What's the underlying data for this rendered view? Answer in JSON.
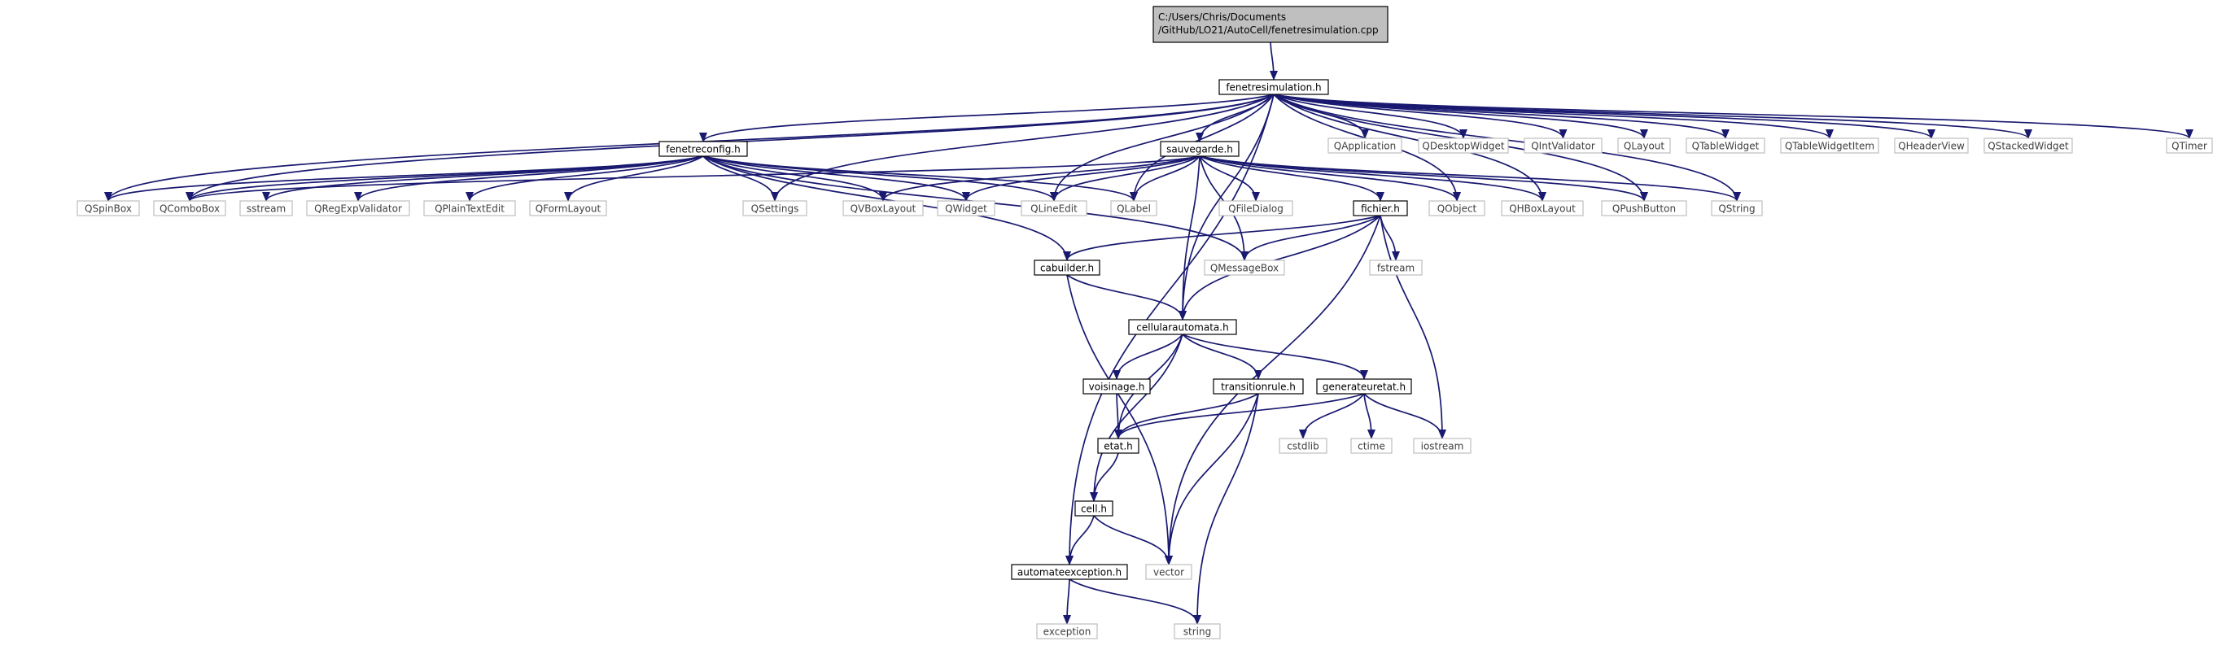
{
  "colors": {
    "edge": "#191970",
    "root_fill": "#bfbfbf",
    "root_stroke": "#000000",
    "documented_fill": "#ffffff",
    "documented_stroke": "#000000",
    "external_fill": "#ffffff",
    "external_stroke": "#bfbfbf",
    "external_text": "#404040",
    "text": "#000000"
  },
  "nodes": [
    {
      "id": "root",
      "label_lines": [
        "C:/Users/Chris/Documents",
        "/GitHub/LO21/AutoCell/fenetresimulation.cpp"
      ],
      "kind": "root"
    },
    {
      "id": "fenetresimulation_h",
      "label_lines": [
        "fenetresimulation.h"
      ],
      "kind": "documented"
    },
    {
      "id": "fenetreconfig_h",
      "label_lines": [
        "fenetreconfig.h"
      ],
      "kind": "documented"
    },
    {
      "id": "sauvegarde_h",
      "label_lines": [
        "sauvegarde.h"
      ],
      "kind": "documented"
    },
    {
      "id": "fichier_h",
      "label_lines": [
        "fichier.h"
      ],
      "kind": "documented"
    },
    {
      "id": "cabuilder_h",
      "label_lines": [
        "cabuilder.h"
      ],
      "kind": "documented"
    },
    {
      "id": "cellularautomata_h",
      "label_lines": [
        "cellularautomata.h"
      ],
      "kind": "documented"
    },
    {
      "id": "voisinage_h",
      "label_lines": [
        "voisinage.h"
      ],
      "kind": "documented"
    },
    {
      "id": "transitionrule_h",
      "label_lines": [
        "transitionrule.h"
      ],
      "kind": "documented"
    },
    {
      "id": "generateuretat_h",
      "label_lines": [
        "generateuretat.h"
      ],
      "kind": "documented"
    },
    {
      "id": "etat_h",
      "label_lines": [
        "etat.h"
      ],
      "kind": "documented"
    },
    {
      "id": "cell_h",
      "label_lines": [
        "cell.h"
      ],
      "kind": "documented"
    },
    {
      "id": "automateexception_h",
      "label_lines": [
        "automateexception.h"
      ],
      "kind": "documented"
    },
    {
      "id": "QApplication",
      "label_lines": [
        "QApplication"
      ],
      "kind": "external"
    },
    {
      "id": "QDesktopWidget",
      "label_lines": [
        "QDesktopWidget"
      ],
      "kind": "external"
    },
    {
      "id": "QIntValidator",
      "label_lines": [
        "QIntValidator"
      ],
      "kind": "external"
    },
    {
      "id": "QLayout",
      "label_lines": [
        "QLayout"
      ],
      "kind": "external"
    },
    {
      "id": "QTableWidget",
      "label_lines": [
        "QTableWidget"
      ],
      "kind": "external"
    },
    {
      "id": "QTableWidgetItem",
      "label_lines": [
        "QTableWidgetItem"
      ],
      "kind": "external"
    },
    {
      "id": "QHeaderView",
      "label_lines": [
        "QHeaderView"
      ],
      "kind": "external"
    },
    {
      "id": "QStackedWidget",
      "label_lines": [
        "QStackedWidget"
      ],
      "kind": "external"
    },
    {
      "id": "QTimer",
      "label_lines": [
        "QTimer"
      ],
      "kind": "external"
    },
    {
      "id": "QSpinBox",
      "label_lines": [
        "QSpinBox"
      ],
      "kind": "external"
    },
    {
      "id": "QComboBox",
      "label_lines": [
        "QComboBox"
      ],
      "kind": "external"
    },
    {
      "id": "sstream",
      "label_lines": [
        "sstream"
      ],
      "kind": "external"
    },
    {
      "id": "QRegExpValidator",
      "label_lines": [
        "QRegExpValidator"
      ],
      "kind": "external"
    },
    {
      "id": "QPlainTextEdit",
      "label_lines": [
        "QPlainTextEdit"
      ],
      "kind": "external"
    },
    {
      "id": "QFormLayout",
      "label_lines": [
        "QFormLayout"
      ],
      "kind": "external"
    },
    {
      "id": "QSettings",
      "label_lines": [
        "QSettings"
      ],
      "kind": "external"
    },
    {
      "id": "QVBoxLayout",
      "label_lines": [
        "QVBoxLayout"
      ],
      "kind": "external"
    },
    {
      "id": "QWidget",
      "label_lines": [
        "QWidget"
      ],
      "kind": "external"
    },
    {
      "id": "QLineEdit",
      "label_lines": [
        "QLineEdit"
      ],
      "kind": "external"
    },
    {
      "id": "QLabel",
      "label_lines": [
        "QLabel"
      ],
      "kind": "external"
    },
    {
      "id": "QFileDialog",
      "label_lines": [
        "QFileDialog"
      ],
      "kind": "external"
    },
    {
      "id": "QObject",
      "label_lines": [
        "QObject"
      ],
      "kind": "external"
    },
    {
      "id": "QHBoxLayout",
      "label_lines": [
        "QHBoxLayout"
      ],
      "kind": "external"
    },
    {
      "id": "QPushButton",
      "label_lines": [
        "QPushButton"
      ],
      "kind": "external"
    },
    {
      "id": "QString",
      "label_lines": [
        "QString"
      ],
      "kind": "external"
    },
    {
      "id": "QMessageBox",
      "label_lines": [
        "QMessageBox"
      ],
      "kind": "external"
    },
    {
      "id": "fstream",
      "label_lines": [
        "fstream"
      ],
      "kind": "external"
    },
    {
      "id": "cstdlib",
      "label_lines": [
        "cstdlib"
      ],
      "kind": "external"
    },
    {
      "id": "ctime",
      "label_lines": [
        "ctime"
      ],
      "kind": "external"
    },
    {
      "id": "iostream",
      "label_lines": [
        "iostream"
      ],
      "kind": "external"
    },
    {
      "id": "vector",
      "label_lines": [
        "vector"
      ],
      "kind": "external"
    },
    {
      "id": "exception",
      "label_lines": [
        "exception"
      ],
      "kind": "external"
    },
    {
      "id": "string",
      "label_lines": [
        "string"
      ],
      "kind": "external"
    }
  ],
  "edges": [
    [
      "root",
      "fenetresimulation_h"
    ],
    [
      "fenetresimulation_h",
      "fenetreconfig_h"
    ],
    [
      "fenetresimulation_h",
      "sauvegarde_h"
    ],
    [
      "fenetresimulation_h",
      "QApplication"
    ],
    [
      "fenetresimulation_h",
      "QDesktopWidget"
    ],
    [
      "fenetresimulation_h",
      "QIntValidator"
    ],
    [
      "fenetresimulation_h",
      "QLayout"
    ],
    [
      "fenetresimulation_h",
      "QTableWidget"
    ],
    [
      "fenetresimulation_h",
      "QTableWidgetItem"
    ],
    [
      "fenetresimulation_h",
      "QHeaderView"
    ],
    [
      "fenetresimulation_h",
      "QStackedWidget"
    ],
    [
      "fenetresimulation_h",
      "QTimer"
    ],
    [
      "fenetresimulation_h",
      "QSpinBox"
    ],
    [
      "fenetresimulation_h",
      "QComboBox"
    ],
    [
      "fenetresimulation_h",
      "QSettings"
    ],
    [
      "fenetresimulation_h",
      "QLineEdit"
    ],
    [
      "fenetresimulation_h",
      "QLabel"
    ],
    [
      "fenetresimulation_h",
      "QObject"
    ],
    [
      "fenetresimulation_h",
      "QHBoxLayout"
    ],
    [
      "fenetresimulation_h",
      "QPushButton"
    ],
    [
      "fenetresimulation_h",
      "QString"
    ],
    [
      "fenetresimulation_h",
      "cellularautomata_h"
    ],
    [
      "fenetresimulation_h",
      "automateexception_h"
    ],
    [
      "fenetreconfig_h",
      "QSpinBox"
    ],
    [
      "fenetreconfig_h",
      "QComboBox"
    ],
    [
      "fenetreconfig_h",
      "sstream"
    ],
    [
      "fenetreconfig_h",
      "QRegExpValidator"
    ],
    [
      "fenetreconfig_h",
      "QPlainTextEdit"
    ],
    [
      "fenetreconfig_h",
      "QFormLayout"
    ],
    [
      "fenetreconfig_h",
      "QSettings"
    ],
    [
      "fenetreconfig_h",
      "QVBoxLayout"
    ],
    [
      "fenetreconfig_h",
      "QWidget"
    ],
    [
      "fenetreconfig_h",
      "QLineEdit"
    ],
    [
      "fenetreconfig_h",
      "QLabel"
    ],
    [
      "fenetreconfig_h",
      "QMessageBox"
    ],
    [
      "fenetreconfig_h",
      "cabuilder_h"
    ],
    [
      "sauvegarde_h",
      "QComboBox"
    ],
    [
      "sauvegarde_h",
      "QVBoxLayout"
    ],
    [
      "sauvegarde_h",
      "QWidget"
    ],
    [
      "sauvegarde_h",
      "QLineEdit"
    ],
    [
      "sauvegarde_h",
      "QLabel"
    ],
    [
      "sauvegarde_h",
      "QFileDialog"
    ],
    [
      "sauvegarde_h",
      "QMessageBox"
    ],
    [
      "sauvegarde_h",
      "fichier_h"
    ],
    [
      "sauvegarde_h",
      "QObject"
    ],
    [
      "sauvegarde_h",
      "QHBoxLayout"
    ],
    [
      "sauvegarde_h",
      "QPushButton"
    ],
    [
      "sauvegarde_h",
      "QString"
    ],
    [
      "sauvegarde_h",
      "cellularautomata_h"
    ],
    [
      "fichier_h",
      "cabuilder_h"
    ],
    [
      "fichier_h",
      "QMessageBox"
    ],
    [
      "fichier_h",
      "fstream"
    ],
    [
      "fichier_h",
      "cellularautomata_h"
    ],
    [
      "fichier_h",
      "iostream"
    ],
    [
      "fichier_h",
      "vector"
    ],
    [
      "cabuilder_h",
      "cellularautomata_h"
    ],
    [
      "cabuilder_h",
      "vector"
    ],
    [
      "cellularautomata_h",
      "voisinage_h"
    ],
    [
      "cellularautomata_h",
      "transitionrule_h"
    ],
    [
      "cellularautomata_h",
      "generateuretat_h"
    ],
    [
      "cellularautomata_h",
      "etat_h"
    ],
    [
      "cellularautomata_h",
      "cell_h"
    ],
    [
      "voisinage_h",
      "etat_h"
    ],
    [
      "transitionrule_h",
      "etat_h"
    ],
    [
      "transitionrule_h",
      "vector"
    ],
    [
      "transitionrule_h",
      "string"
    ],
    [
      "generateuretat_h",
      "etat_h"
    ],
    [
      "generateuretat_h",
      "cstdlib"
    ],
    [
      "generateuretat_h",
      "ctime"
    ],
    [
      "generateuretat_h",
      "iostream"
    ],
    [
      "etat_h",
      "cell_h"
    ],
    [
      "cell_h",
      "automateexception_h"
    ],
    [
      "cell_h",
      "vector"
    ],
    [
      "automateexception_h",
      "exception"
    ],
    [
      "automateexception_h",
      "string"
    ]
  ]
}
